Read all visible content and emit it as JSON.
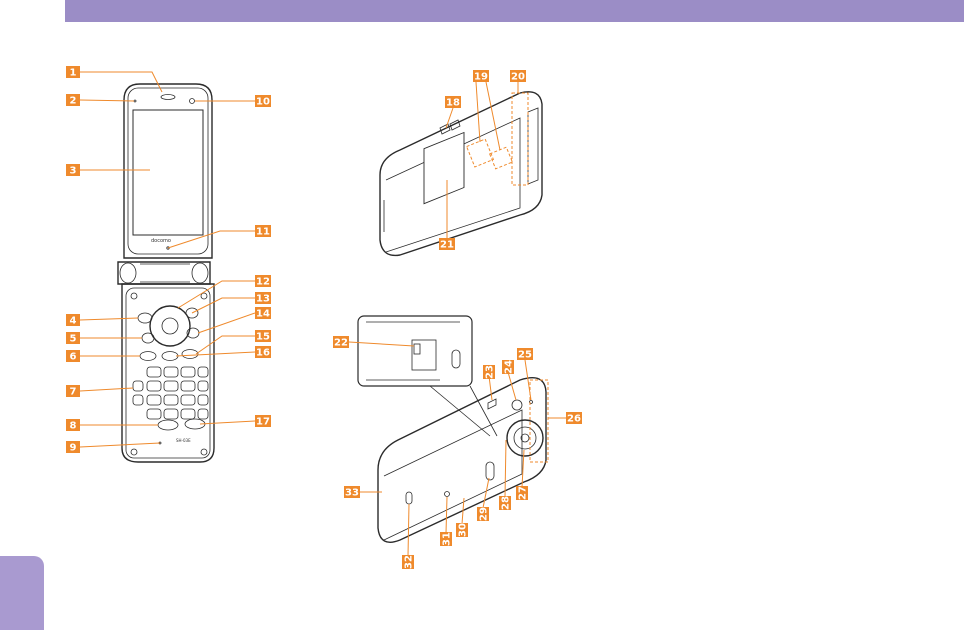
{
  "device": {
    "brand_label": "docomo",
    "model_label": "SH-03E"
  },
  "callouts": [
    {
      "id": "1",
      "label": "1"
    },
    {
      "id": "2",
      "label": "2"
    },
    {
      "id": "3",
      "label": "3"
    },
    {
      "id": "4",
      "label": "4"
    },
    {
      "id": "5",
      "label": "5"
    },
    {
      "id": "6",
      "label": "6"
    },
    {
      "id": "7",
      "label": "7"
    },
    {
      "id": "8",
      "label": "8"
    },
    {
      "id": "9",
      "label": "9"
    },
    {
      "id": "10",
      "label": "10"
    },
    {
      "id": "11",
      "label": "11"
    },
    {
      "id": "12",
      "label": "12"
    },
    {
      "id": "13",
      "label": "13"
    },
    {
      "id": "14",
      "label": "14"
    },
    {
      "id": "15",
      "label": "15"
    },
    {
      "id": "16",
      "label": "16"
    },
    {
      "id": "17",
      "label": "17"
    },
    {
      "id": "18",
      "label": "18"
    },
    {
      "id": "19",
      "label": "19"
    },
    {
      "id": "20",
      "label": "20"
    },
    {
      "id": "21",
      "label": "21"
    },
    {
      "id": "22",
      "label": "22"
    },
    {
      "id": "23",
      "label": "23"
    },
    {
      "id": "24",
      "label": "24"
    },
    {
      "id": "25",
      "label": "25"
    },
    {
      "id": "26",
      "label": "26"
    },
    {
      "id": "27",
      "label": "27"
    },
    {
      "id": "28",
      "label": "28"
    },
    {
      "id": "29",
      "label": "29"
    },
    {
      "id": "30",
      "label": "30"
    },
    {
      "id": "31",
      "label": "31"
    },
    {
      "id": "32",
      "label": "32"
    },
    {
      "id": "33",
      "label": "33"
    }
  ]
}
